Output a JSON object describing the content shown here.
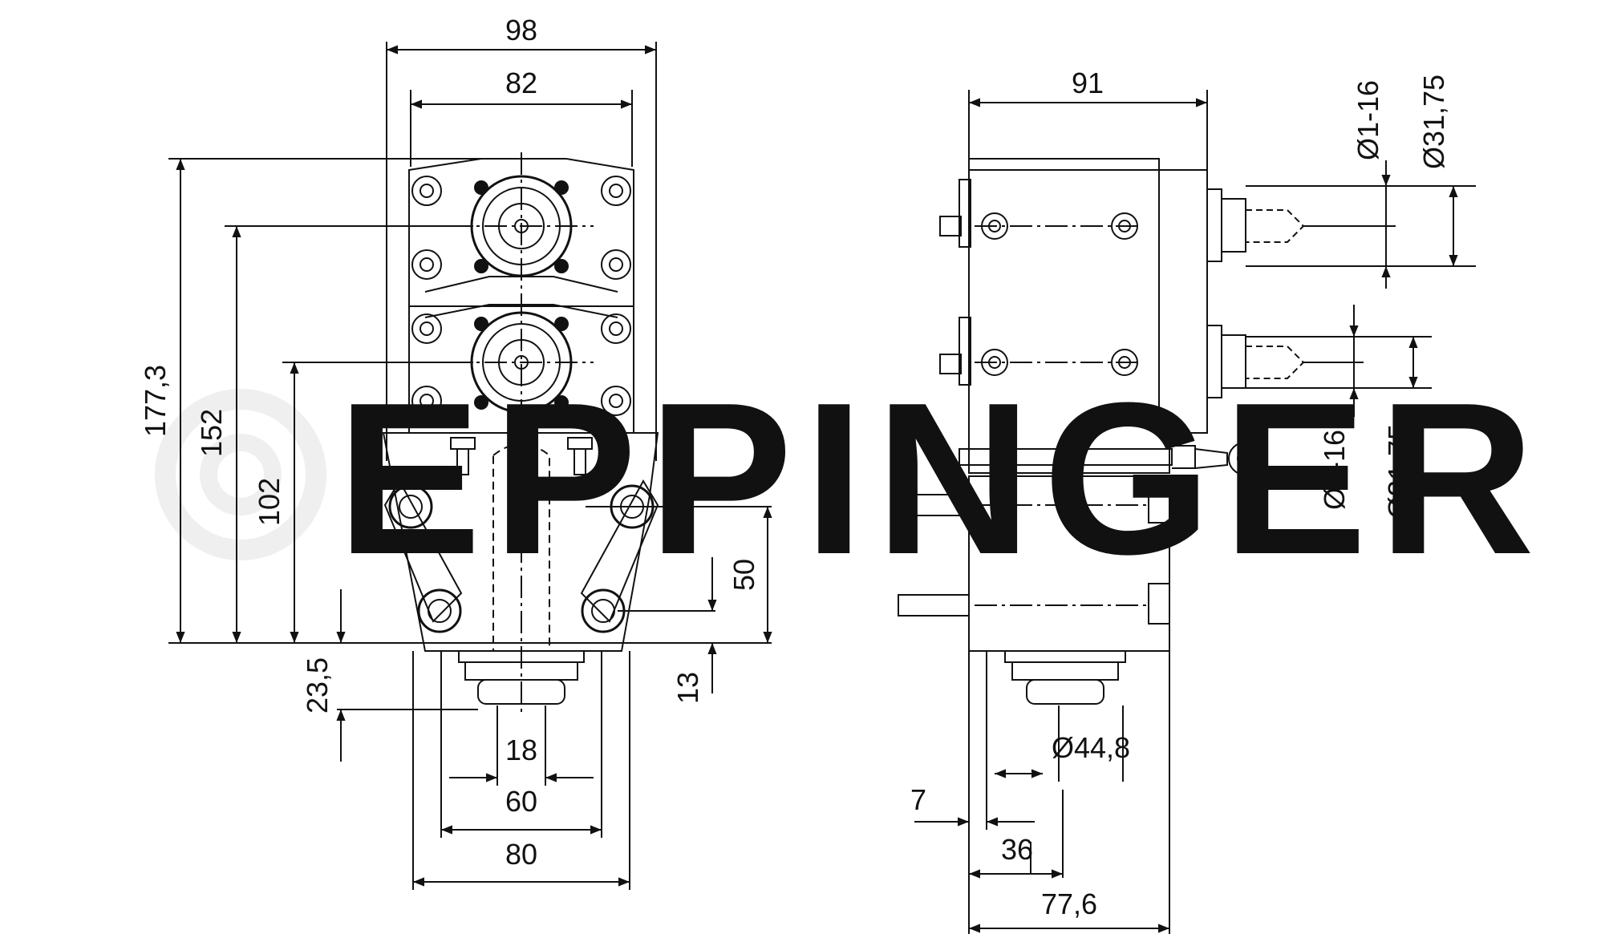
{
  "watermark": {
    "text": "EPPINGER",
    "color": "#efefef"
  },
  "colors": {
    "line": "#111111",
    "background": "#ffffff"
  },
  "front_view": {
    "dimensions": {
      "width_overall": "98",
      "width_inner": "82",
      "height_overall": "177,3",
      "height_to_upper_spindle": "152",
      "height_to_lower_spindle": "102",
      "height_lower_holes": "50",
      "height_lower_pin": "13",
      "shank_extension": "23,5",
      "shank_inner_width": "18",
      "base_width_inner": "60",
      "base_width_outer": "80"
    }
  },
  "side_view": {
    "dimensions": {
      "depth_overall": "91",
      "upper_collet_range": "Ø1-16",
      "upper_collet_diameter": "Ø31,75",
      "lower_collet_range": "Ø1-16",
      "lower_collet_diameter": "Ø31,75",
      "coupling_diameter": "Ø44,8",
      "flange_offset": "7",
      "spindle_offset": "36",
      "base_depth": "77,6"
    }
  }
}
